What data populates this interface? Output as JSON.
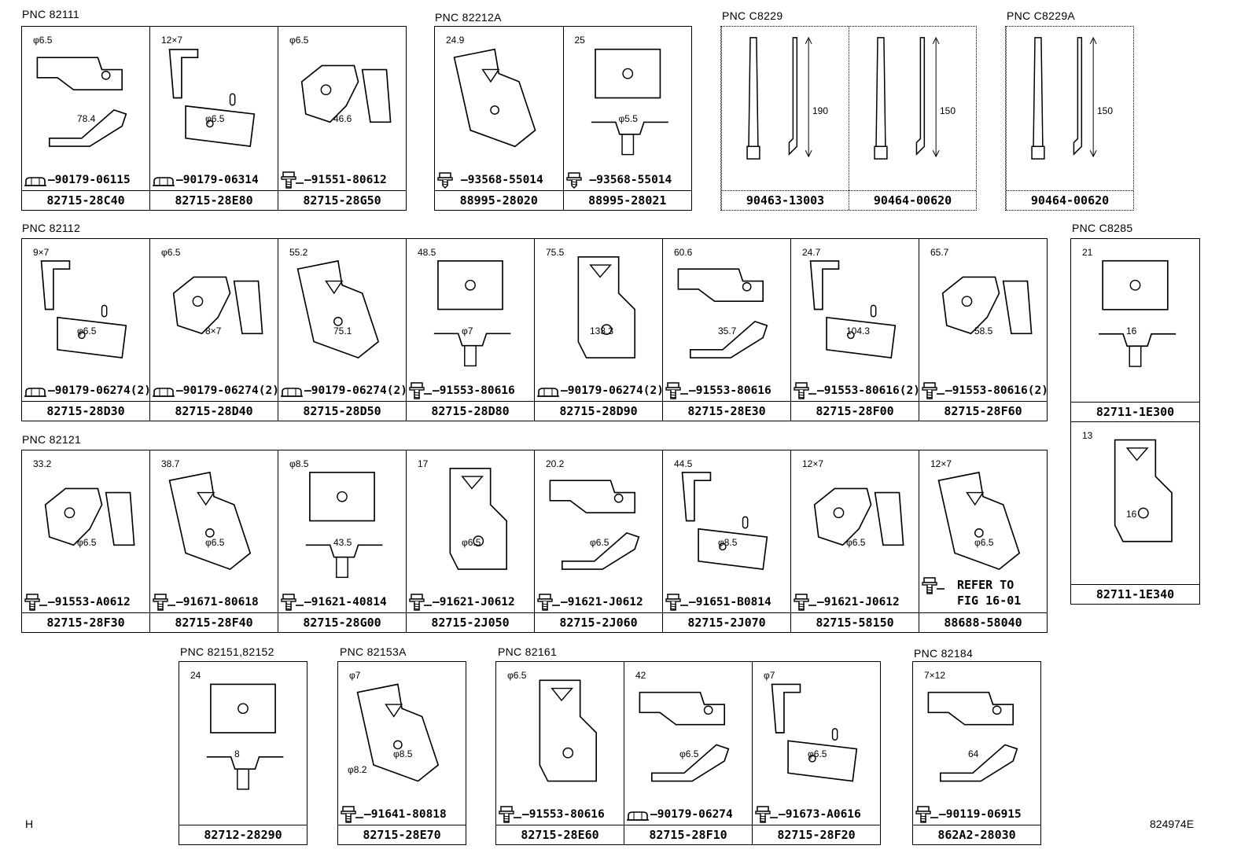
{
  "pncs": {
    "g1": "PNC 82111",
    "g2": "PNC 82212A",
    "g3": "PNC C8229",
    "g4": "PNC C8229A",
    "g5": "PNC 82112",
    "g6": "PNC C8285",
    "g7": "PNC 82121",
    "g8": "PNC 82151,82152",
    "g9": "PNC 82153A",
    "g10": "PNC 82161",
    "g11": "PNC 82184"
  },
  "g1": [
    {
      "fastener": "90179-06115",
      "part": "82715-28C40",
      "dims": [
        "φ6.5",
        "78.4"
      ],
      "icon": "nut-icon"
    },
    {
      "fastener": "90179-06314",
      "part": "82715-28E80",
      "dims": [
        "12×7",
        "φ6.5"
      ],
      "icon": "nut-icon"
    },
    {
      "fastener": "91551-80612",
      "part": "82715-28G50",
      "dims": [
        "φ6.5",
        "46.6"
      ],
      "icon": "bolt-icon"
    }
  ],
  "g2": [
    {
      "fastener": "93568-55014",
      "part": "88995-28020",
      "dims": [
        "24.9"
      ],
      "icon": "screw-icon"
    },
    {
      "fastener": "93568-55014",
      "part": "88995-28021",
      "dims": [
        "25",
        "φ5.5"
      ],
      "icon": "screw-icon"
    }
  ],
  "g3": [
    {
      "part": "90463-13003",
      "dims": [
        "190"
      ]
    },
    {
      "part": "90464-00620",
      "dims": [
        "150"
      ]
    }
  ],
  "g4": [
    {
      "part": "90464-00620",
      "dims": [
        "150"
      ]
    }
  ],
  "g5": [
    {
      "fastener": "90179-06274(2)",
      "part": "82715-28D30",
      "dims": [
        "9×7",
        "φ6.5"
      ],
      "icon": "nut-icon"
    },
    {
      "fastener": "90179-06274(2)",
      "part": "82715-28D40",
      "dims": [
        "φ6.5",
        "8×7"
      ],
      "icon": "nut-icon"
    },
    {
      "fastener": "90179-06274(2)",
      "part": "82715-28D50",
      "dims": [
        "55.2",
        "75.1"
      ],
      "icon": "nut-icon"
    },
    {
      "fastener": "91553-80616",
      "part": "82715-28D80",
      "dims": [
        "48.5",
        "φ7"
      ],
      "icon": "bolt-icon"
    },
    {
      "fastener": "90179-06274(2)",
      "part": "82715-28D90",
      "dims": [
        "75.5",
        "133.3"
      ],
      "icon": "nut-icon"
    },
    {
      "fastener": "91553-80616",
      "part": "82715-28E30",
      "dims": [
        "60.6",
        "35.7"
      ],
      "icon": "bolt-icon"
    },
    {
      "fastener": "91553-80616(2)",
      "part": "82715-28F00",
      "dims": [
        "24.7",
        "104.3"
      ],
      "icon": "bolt-icon"
    },
    {
      "fastener": "91553-80616(2)",
      "part": "82715-28F60",
      "dims": [
        "65.7",
        "58.5"
      ],
      "icon": "bolt-icon"
    }
  ],
  "g6": [
    {
      "part": "82711-1E300",
      "dims": [
        "21",
        "16"
      ]
    },
    {
      "part": "82711-1E340",
      "dims": [
        "13",
        "16"
      ]
    }
  ],
  "g7": [
    {
      "fastener": "91553-A0612",
      "part": "82715-28F30",
      "dims": [
        "33.2",
        "φ6.5"
      ],
      "icon": "bolt-icon"
    },
    {
      "fastener": "91671-80618",
      "part": "82715-28F40",
      "dims": [
        "38.7",
        "φ6.5"
      ],
      "icon": "bolt-icon"
    },
    {
      "fastener": "91621-40814",
      "part": "82715-28G00",
      "dims": [
        "φ8.5",
        "43.5"
      ],
      "icon": "bolt-icon"
    },
    {
      "fastener": "91621-J0612",
      "part": "82715-2J050",
      "dims": [
        "17",
        "φ6.5"
      ],
      "icon": "bolt-icon"
    },
    {
      "fastener": "91621-J0612",
      "part": "82715-2J060",
      "dims": [
        "20.2",
        "φ6.5"
      ],
      "icon": "bolt-icon"
    },
    {
      "fastener": "91651-B0814",
      "part": "82715-2J070",
      "dims": [
        "44.5",
        "φ8.5"
      ],
      "icon": "bolt-icon"
    },
    {
      "fastener": "91621-J0612",
      "part": "82715-58150",
      "dims": [
        "12×7",
        "φ6.5"
      ],
      "icon": "bolt-icon"
    },
    {
      "refer1": "REFER TO",
      "refer2": "FIG 16-01",
      "part": "88688-58040",
      "dims": [
        "12×7",
        "φ6.5"
      ],
      "icon": "bolt-icon"
    }
  ],
  "g8": [
    {
      "part": "82712-28290",
      "dims": [
        "24",
        "8"
      ]
    }
  ],
  "g9": [
    {
      "fastener": "91641-80818",
      "part": "82715-28E70",
      "dims": [
        "φ7",
        "φ8.5",
        "φ8.2"
      ],
      "icon": "bolt-icon"
    }
  ],
  "g10": [
    {
      "fastener": "91553-80616",
      "part": "82715-28E60",
      "dims": [
        "φ6.5"
      ],
      "icon": "bolt-icon"
    },
    {
      "fastener": "90179-06274",
      "part": "82715-28F10",
      "dims": [
        "42",
        "φ6.5"
      ],
      "icon": "nut-icon"
    },
    {
      "fastener": "91673-A0616",
      "part": "82715-28F20",
      "dims": [
        "φ7",
        "φ6.5"
      ],
      "icon": "bolt-icon"
    }
  ],
  "g11": [
    {
      "fastener": "90119-06915",
      "part": "862A2-28030",
      "dims": [
        "7×12",
        "64"
      ],
      "icon": "bolt-icon"
    }
  ],
  "corners": {
    "left": "H",
    "right": "824974E"
  }
}
